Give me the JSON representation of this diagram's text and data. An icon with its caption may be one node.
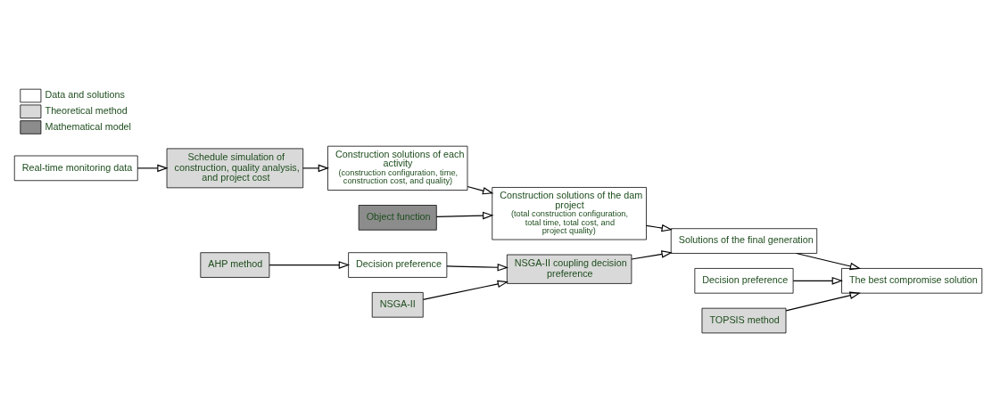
{
  "diagram": {
    "nodes": [
      {
        "text": [
          "Real-time monitoring data"
        ]
      },
      {
        "text": [
          "Schedule simulation of construction, quality analysis, and project cost"
        ]
      },
      {
        "text": [
          "Object function"
        ]
      },
      {
        "text": [
          "Construction solutions of each activity",
          "(construction configuration, time, construction cost, and quality)"
        ]
      },
      {
        "text": [
          "Construction solutions of the dam project",
          "(total construction configuration, total time, total cost, and project quality)"
        ]
      },
      {
        "text": [
          "AHP method"
        ]
      },
      {
        "text": [
          "Decision preference"
        ]
      },
      {
        "text": [
          "NSGA-II"
        ]
      },
      {
        "text": [
          "NSGA-II coupling decision preference"
        ]
      },
      {
        "text": [
          "Solutions of the final generation"
        ]
      },
      {
        "text": [
          "Decision preference"
        ]
      },
      {
        "text": [
          "The best compromise solution"
        ]
      },
      {
        "text": [
          "TOPSIS method"
        ]
      }
    ],
    "edges": [
      {
        "from": 0,
        "to": 1,
        "arrow": "to"
      },
      {
        "from": 1,
        "to": 3,
        "arrow": "to"
      },
      {
        "from": 2,
        "to": 4,
        "arrow": "to"
      },
      {
        "from": 3,
        "to": 4,
        "arrow": "to"
      },
      {
        "from": 5,
        "to": 6,
        "arrow": "to"
      },
      {
        "from": 6,
        "to": 8,
        "arrow": "to"
      },
      {
        "from": 7,
        "to": 8,
        "arrow": "to"
      },
      {
        "from": 4,
        "to": 9,
        "arrow": "to"
      },
      {
        "from": 8,
        "to": 9,
        "arrow": "to"
      },
      {
        "from": 10,
        "to": 11,
        "arrow": "to"
      },
      {
        "from": 9,
        "to": 11,
        "arrow": "to"
      },
      {
        "from": 12,
        "to": 11,
        "arrow": "to"
      }
    ],
    "legend": [
      {
        "text": "Data and solutions",
        "color": "#ffffff"
      },
      {
        "text": "Theoretical method",
        "color": "#d9d9d9"
      },
      {
        "text": "Mathematical model",
        "color": "#8c8c8c"
      }
    ]
  }
}
